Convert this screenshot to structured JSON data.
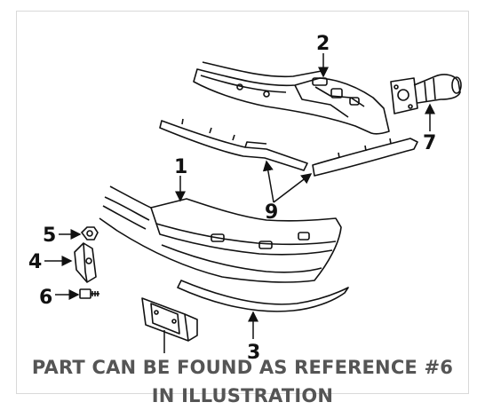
{
  "callouts": {
    "p1": "1",
    "p2": "2",
    "p3": "3",
    "p4": "4",
    "p5": "5",
    "p6": "6",
    "p7": "7",
    "p9": "9"
  },
  "caption": {
    "line1": "PART CAN BE FOUND AS REFERENCE #6",
    "line2": "IN ILLUSTRATION"
  },
  "colors": {
    "ink": "#111111",
    "caption": "#555555",
    "frame": "#d9d9d9"
  }
}
